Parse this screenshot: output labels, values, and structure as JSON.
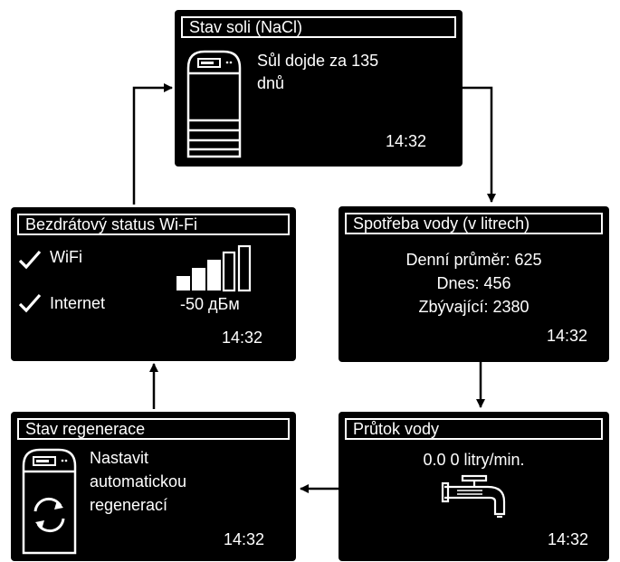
{
  "screens": {
    "salt": {
      "title": "Stav soli (NaCl)",
      "line1": "Sůl dojde za 135",
      "line2": "dnů",
      "time": "14:32",
      "icon": "water-softener-icon"
    },
    "water_usage": {
      "title": "Spotřeba vody (v litrech)",
      "line1": "Denní průměr: 625",
      "line2": "Dnes: 456",
      "line3": "Zbývající: 2380",
      "time": "14:32"
    },
    "flow": {
      "title": "Průtok vody",
      "line1": "0.0 0 litry/min.",
      "time": "14:32",
      "icon": "faucet-icon"
    },
    "regeneration": {
      "title": "Stav regenerace",
      "line1": "Nastavit",
      "line2": "automatickou",
      "line3": "regenerací",
      "time": "14:32",
      "icon": "water-softener-regeneration-icon"
    },
    "wifi": {
      "title": "Bezdrátový status Wi-Fi",
      "wifi_label": "WiFi",
      "internet_label": "Internet",
      "signal": "-50 дБм",
      "time": "14:32",
      "check_icon": "checkmark-icon",
      "signal_icon": "signal-bars-icon"
    }
  },
  "colors": {
    "screen": "#000000",
    "text": "#ffffff",
    "connector": "#000000"
  }
}
